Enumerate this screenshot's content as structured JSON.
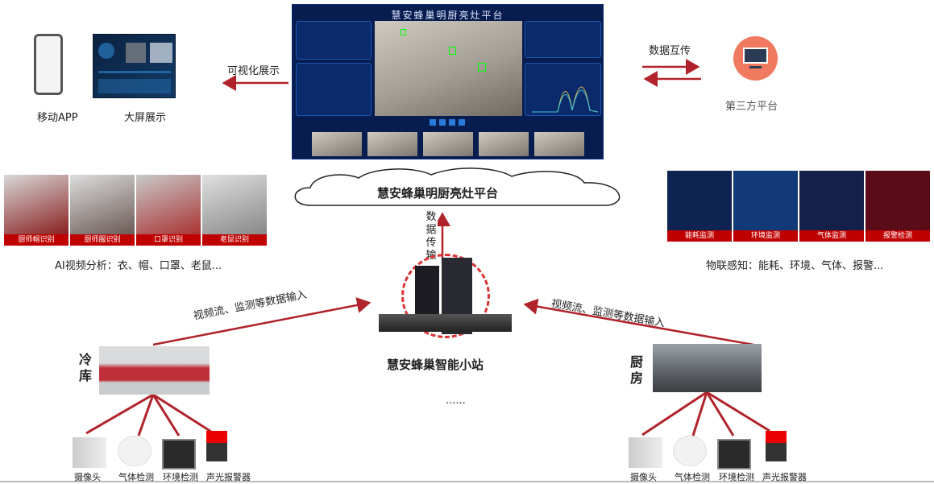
{
  "top_left": {
    "mobile_app_label": "移动APP",
    "big_screen_label": "大屏展示",
    "visualize_label": "可视化展示"
  },
  "dashboard": {
    "title": "慧安蜂巢明厨亮灶平台"
  },
  "third_party": {
    "exchange_label": "数据互传",
    "label": "第三方平台"
  },
  "cloud": {
    "label": "慧安蜂巢明厨亮灶平台"
  },
  "transfer_label": [
    "数",
    "据",
    "传",
    "输"
  ],
  "ai_analysis": {
    "images": [
      "厨师帽识别",
      "厨师服识别",
      "口罩识别",
      "老鼠识别"
    ],
    "caption": "AI视频分析：衣、帽、口罩、老鼠..."
  },
  "iot": {
    "images": [
      "能耗监测",
      "环境监测",
      "气体监测",
      "报警检测"
    ],
    "caption": "物联感知：能耗、环境、气体、报警..."
  },
  "station": {
    "label": "慧安蜂巢智能小站",
    "more": "......"
  },
  "input_label_left": "视频流、监测等数据输入",
  "input_label_right": "视频流、监测等数据输入",
  "cold_storage": {
    "label": [
      "冷",
      "库"
    ],
    "sensors": [
      "摄像头",
      "气体检测",
      "环境检测",
      "声光报警器"
    ]
  },
  "kitchen": {
    "label": [
      "厨",
      "房"
    ],
    "sensors": [
      "摄像头",
      "气体检测",
      "环境检测",
      "声光报警器"
    ]
  },
  "colors": {
    "arrow": "#b0232a",
    "caption_red": "#c00000"
  }
}
